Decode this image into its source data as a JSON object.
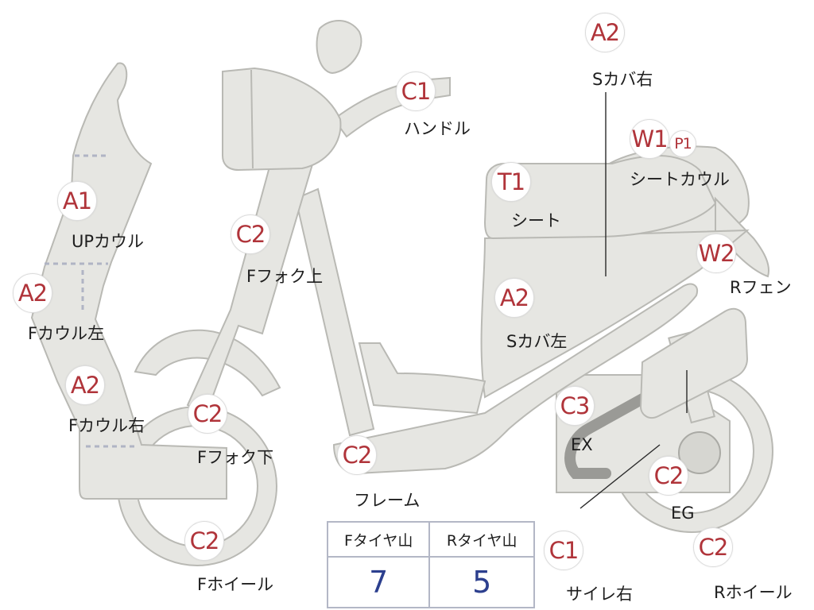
{
  "parts": [
    {
      "id": "handle",
      "grade": "C1",
      "label": "ハンドル"
    },
    {
      "id": "side-cover-right",
      "grade": "A2",
      "label": "Sカバ右"
    },
    {
      "id": "seat-cowl",
      "grade": "W1",
      "grade2": "P1",
      "label": "シートカウル"
    },
    {
      "id": "seat",
      "grade": "T1",
      "label": "シート"
    },
    {
      "id": "up-cowl",
      "grade": "A1",
      "label": "UPカウル"
    },
    {
      "id": "front-fork-upper",
      "grade": "C2",
      "label": "Fフォク上"
    },
    {
      "id": "front-cowl-left",
      "grade": "A2",
      "label": "Fカウル左"
    },
    {
      "id": "rear-fender",
      "grade": "W2",
      "label": "Rフェン"
    },
    {
      "id": "side-cover-left",
      "grade": "A2",
      "label": "Sカバ左"
    },
    {
      "id": "front-cowl-right",
      "grade": "A2",
      "label": "Fカウル右"
    },
    {
      "id": "front-fork-lower",
      "grade": "C2",
      "label": "Fフォク下"
    },
    {
      "id": "exhaust",
      "grade": "C3",
      "label": "EX"
    },
    {
      "id": "frame",
      "grade": "C2",
      "label": "フレーム"
    },
    {
      "id": "engine",
      "grade": "C2",
      "label": "EG"
    },
    {
      "id": "front-wheel",
      "grade": "C2",
      "label": "Fホイール"
    },
    {
      "id": "silencer-right",
      "grade": "C1",
      "label": "サイレ右"
    },
    {
      "id": "rear-wheel",
      "grade": "C2",
      "label": "Rホイール"
    }
  ],
  "tire_tread": {
    "front_label": "Fタイヤ山",
    "rear_label": "Rタイヤ山",
    "front_value": "7",
    "rear_value": "5"
  },
  "colors": {
    "grade_text": "#b0343a",
    "tread_value": "#2c3f8e",
    "part_fill": "#e6e6e2"
  }
}
